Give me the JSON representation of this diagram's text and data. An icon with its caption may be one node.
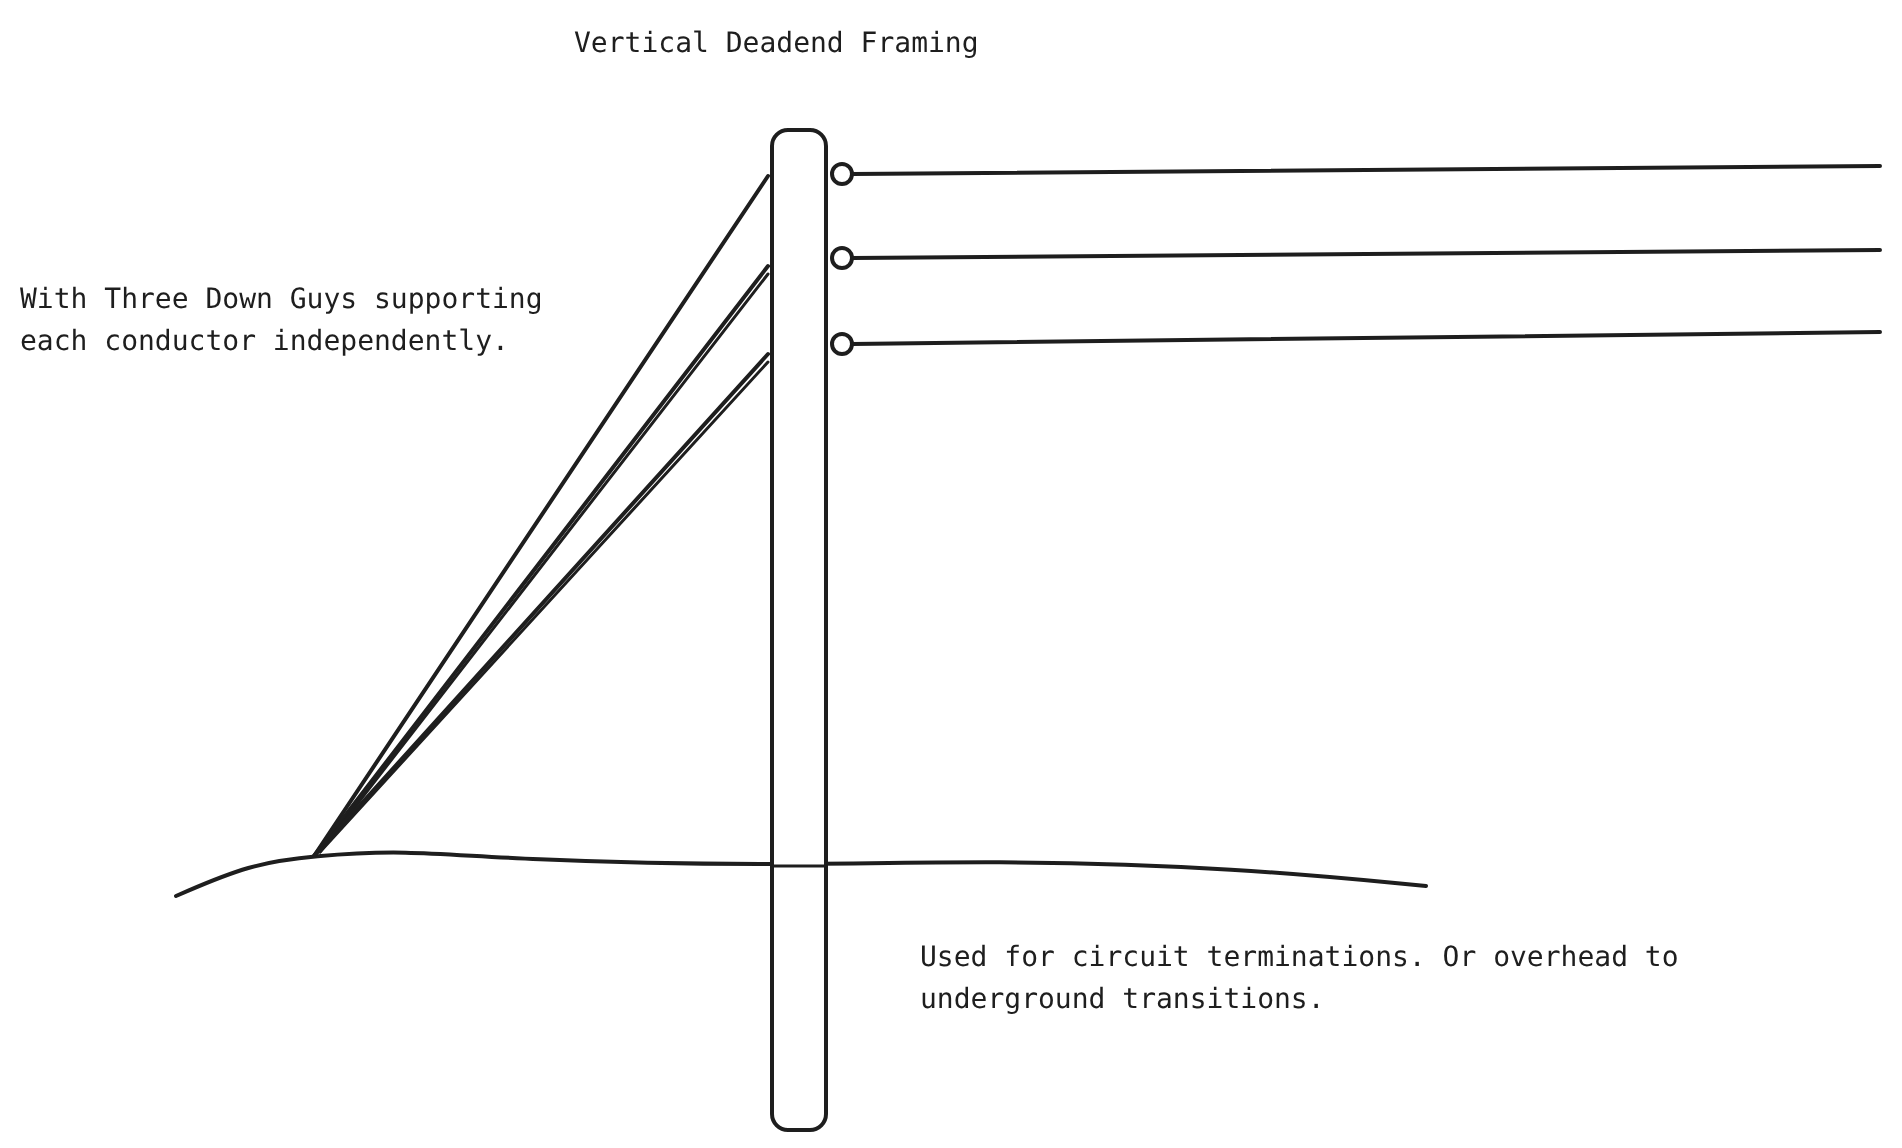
{
  "diagram": {
    "title": "Vertical Deadend Framing",
    "labels": [
      "With Three Down Guys supporting each conductor independently.",
      "Used for circuit terminations. Or overhead to underground transitions."
    ]
  }
}
